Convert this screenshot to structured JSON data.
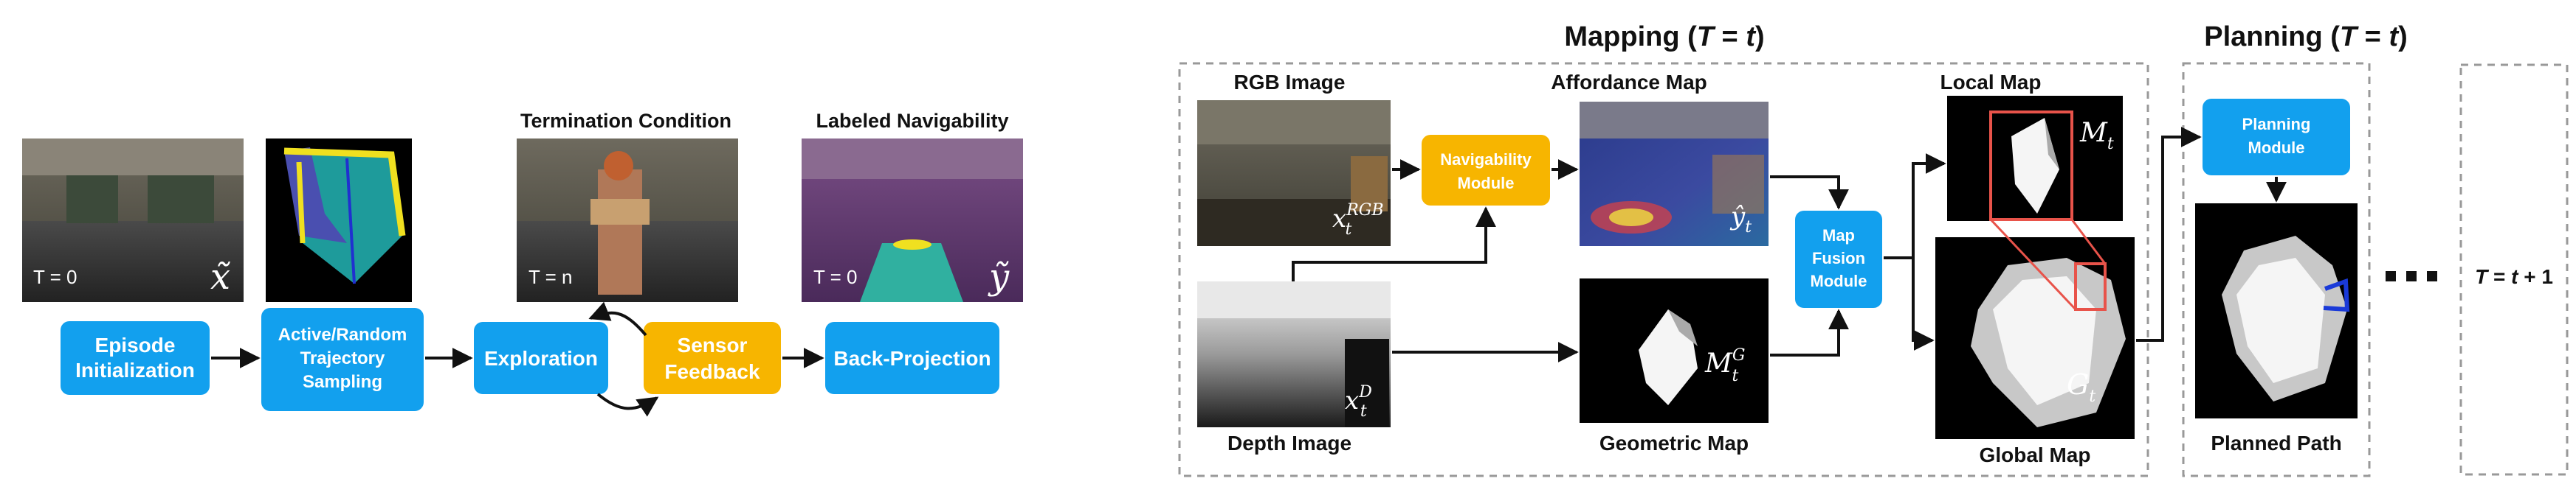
{
  "colors": {
    "blue": "#12a0ee",
    "orange": "#f7b500",
    "arrow": "#111111",
    "dash": "#999999",
    "red": "#e8534a"
  },
  "left": {
    "labels": {
      "termination": "Termination Condition",
      "navigability": "Labeled Navigability"
    },
    "tiles": {
      "t0_a": "T = 0",
      "tn": "T = n",
      "t0_b": "T = 0",
      "x_sym": "x̃",
      "y_sym": "ỹ"
    },
    "steps": {
      "episode_1": "Episode",
      "episode_2": "Initialization",
      "sampling_1": "Active/Random",
      "sampling_2": "Trajectory",
      "sampling_3": "Sampling",
      "exploration": "Exploration",
      "sensor_1": "Sensor",
      "sensor_2": "Feedback",
      "backproj": "Back-Projection"
    }
  },
  "mapping": {
    "title_main": "Mapping (",
    "title_T": "T",
    "title_eq": " = ",
    "title_t": "t",
    "title_close": ")",
    "rgb_label": "RGB Image",
    "afford_label": "Affordance Map",
    "local_label": "Local Map",
    "depth_label": "Depth Image",
    "geo_label": "Geometric Map",
    "global_label": "Global Map",
    "nav_1": "Navigability",
    "nav_2": "Module",
    "fusion_1": "Map",
    "fusion_2": "Fusion",
    "fusion_3": "Module",
    "sym_xrgb": "x",
    "sym_xrgb_sup": "RGB",
    "sym_xrgb_sub": "t",
    "sym_yhat": "ŷ",
    "sym_yhat_sub": "t",
    "sym_xd": "x",
    "sym_xd_sup": "D",
    "sym_xd_sub": "t",
    "sym_mg": "M",
    "sym_mg_sup": "G",
    "sym_mg_sub": "t",
    "sym_m": "M",
    "sym_m_sub": "t",
    "sym_g": "G",
    "sym_g_sub": "t"
  },
  "planning": {
    "title_main": "Planning (",
    "title_T": "T",
    "title_eq": " = ",
    "title_t": "t",
    "title_close": ")",
    "module_1": "Planning",
    "module_2": "Module",
    "path_label": "Planned Path",
    "next_T": "T",
    "next_eq": " = ",
    "next_t": "t",
    "next_plus": " + 1",
    "ellipsis": "▪ ▪ ▪"
  }
}
